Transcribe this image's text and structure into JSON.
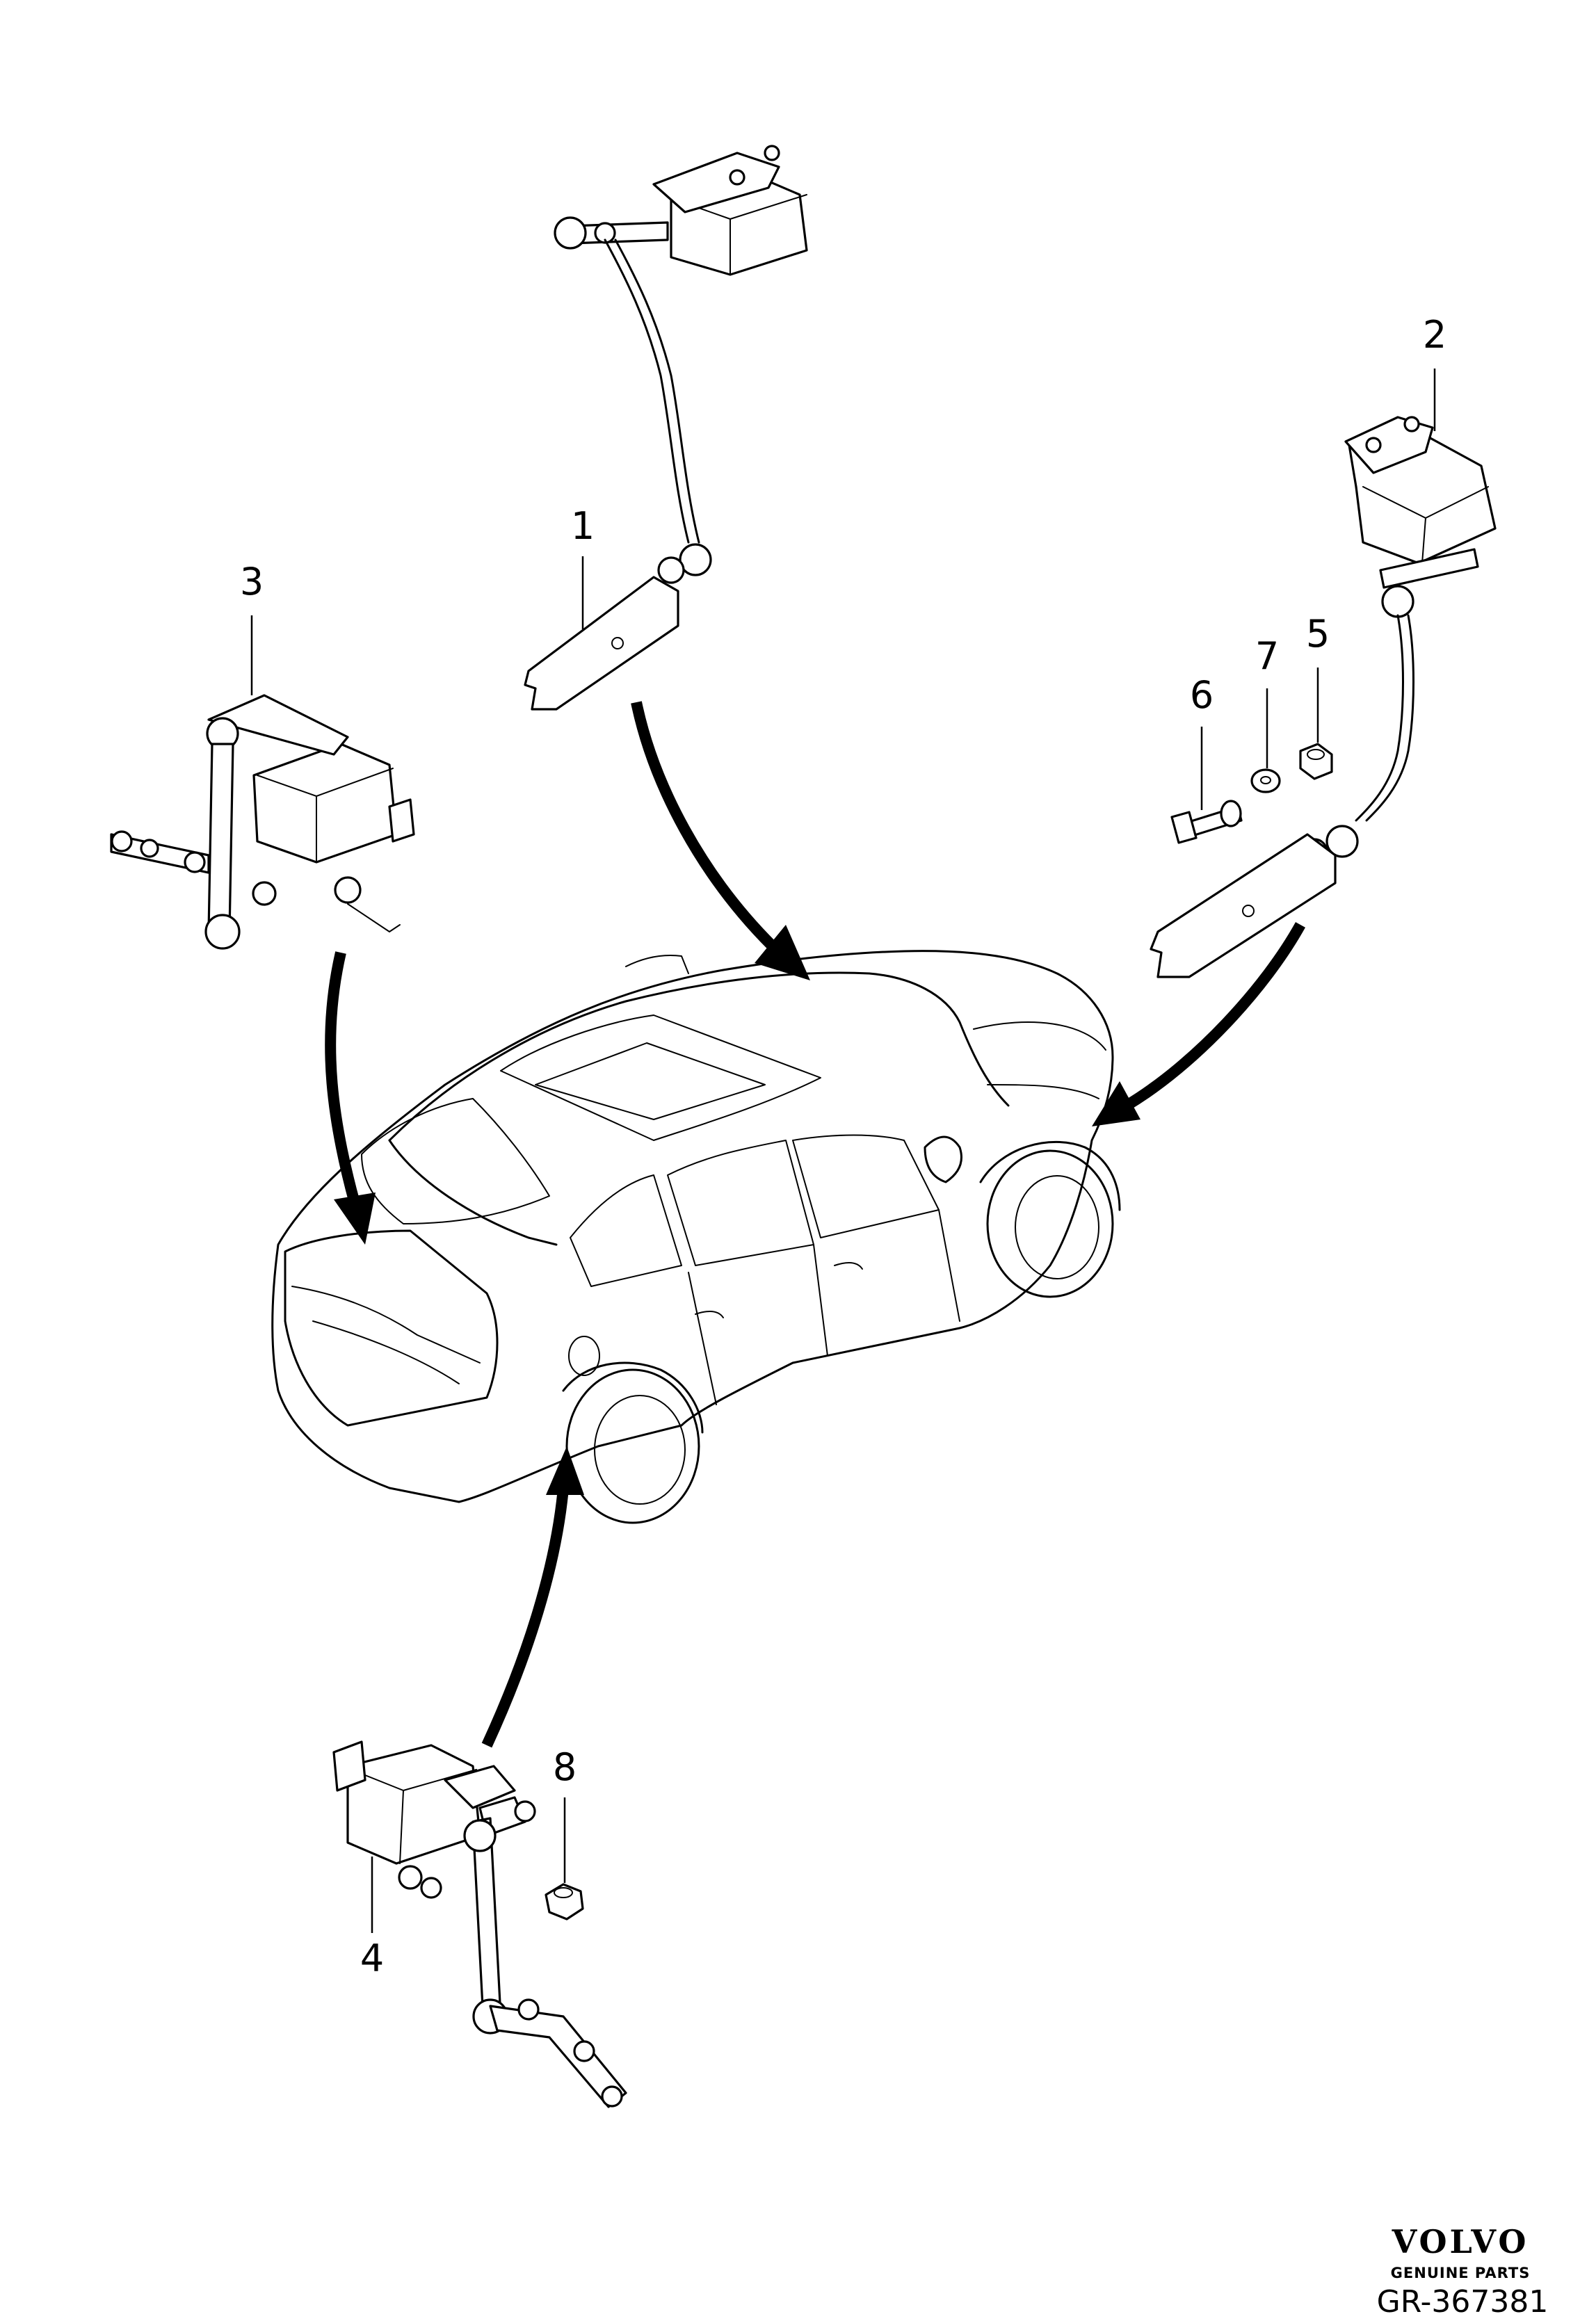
{
  "callouts": [
    {
      "id": "1",
      "label": "1"
    },
    {
      "id": "2",
      "label": "2"
    },
    {
      "id": "3",
      "label": "3"
    },
    {
      "id": "4",
      "label": "4"
    },
    {
      "id": "5",
      "label": "5"
    },
    {
      "id": "6",
      "label": "6"
    },
    {
      "id": "7",
      "label": "7"
    },
    {
      "id": "8",
      "label": "8"
    }
  ],
  "brand": {
    "logo_text": "VOLVO",
    "subtitle": "GENUINE PARTS"
  },
  "diagram_code": "GR-367381",
  "colors": {
    "line": "#000000",
    "background": "#ffffff"
  }
}
